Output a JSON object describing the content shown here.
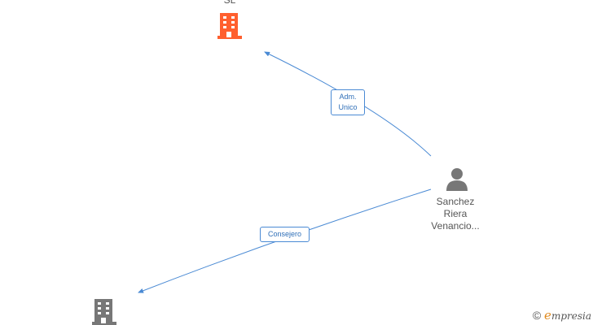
{
  "nodes": {
    "company_top": {
      "label": "SL",
      "color": "#ff5f2e"
    },
    "person": {
      "label_lines": [
        "Sanchez",
        "Riera",
        "Venancio..."
      ],
      "color": "#777777"
    },
    "company_bottom": {
      "color": "#777777"
    }
  },
  "relations": [
    {
      "label_lines": [
        "Adm.",
        "Unico"
      ]
    },
    {
      "label_lines": [
        "Consejero"
      ]
    }
  ],
  "brand": {
    "symbol": "©",
    "initial": "e",
    "rest": "mpresia"
  },
  "colors": {
    "edge": "#4a8ad4"
  }
}
